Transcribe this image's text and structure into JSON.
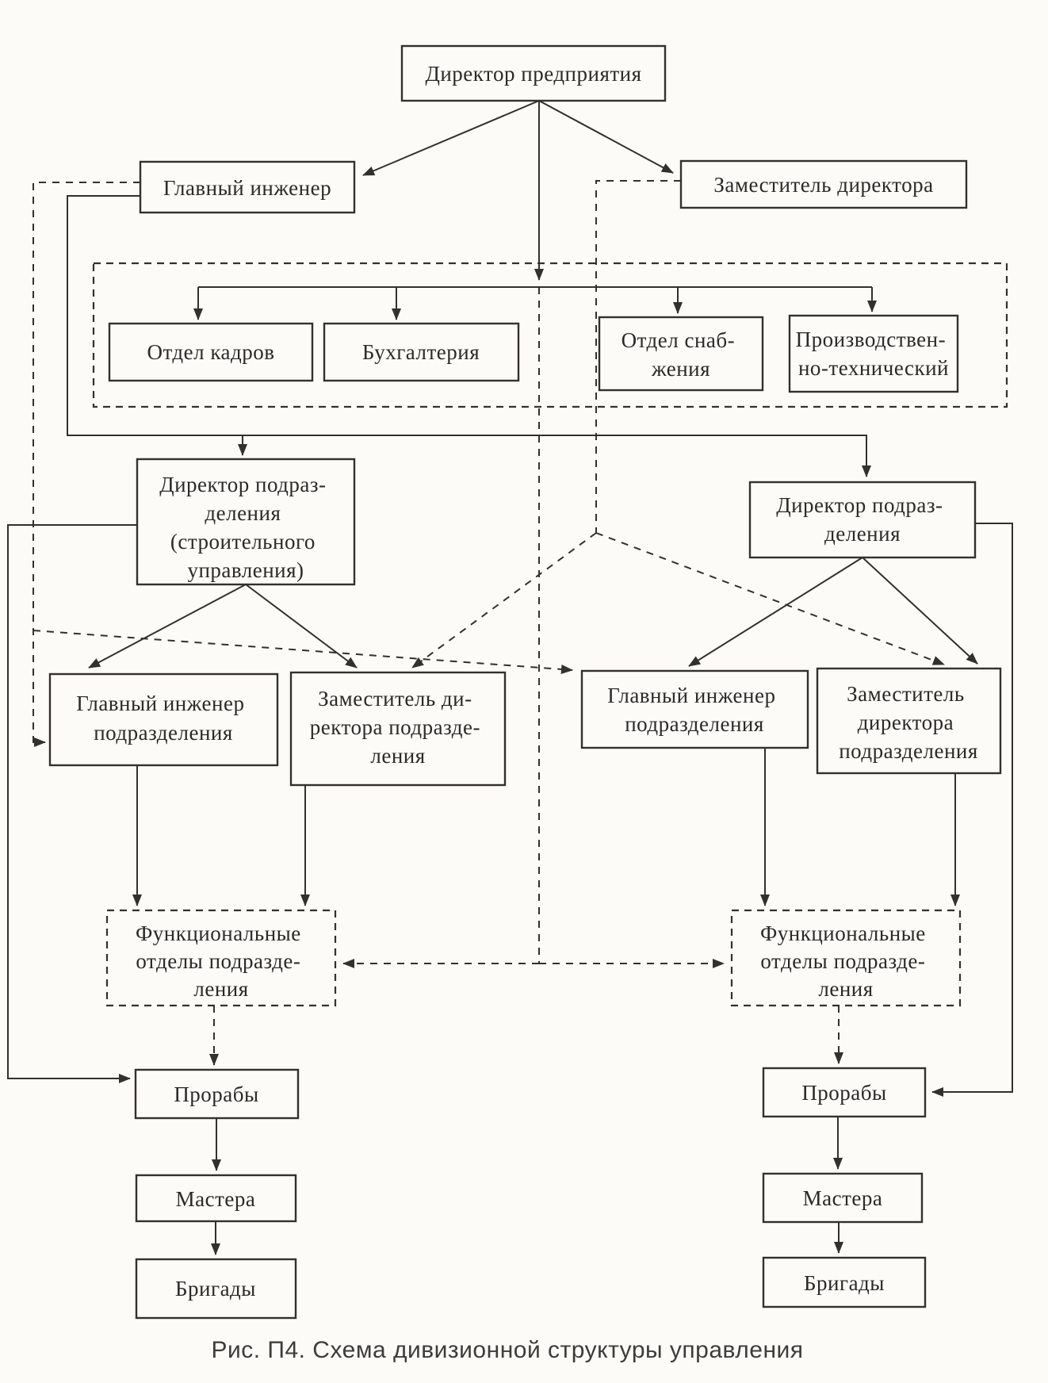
{
  "figure": {
    "type": "org-chart",
    "caption": "Рис. П4. Схема дивизионной структуры управления",
    "language": "ru"
  },
  "colors": {
    "paper": "#fcfbf8",
    "ink": "#33312c",
    "text": "#2b2a26"
  },
  "nodes": {
    "director_enterprise": {
      "label": "Директор предприятия",
      "lines": [
        "Директор предприятия"
      ],
      "border": "solid"
    },
    "chief_engineer": {
      "label": "Главный инженер",
      "lines": [
        "Главный инженер"
      ],
      "border": "solid"
    },
    "deputy_director": {
      "label": "Заместитель директора",
      "lines": [
        "Заместитель директора"
      ],
      "border": "solid"
    },
    "hr_department": {
      "label": "Отдел кадров",
      "lines": [
        "Отдел кадров"
      ],
      "border": "solid"
    },
    "accounting": {
      "label": "Бухгалтерия",
      "lines": [
        "Бухгалтерия"
      ],
      "border": "solid"
    },
    "supply_department": {
      "label": "Отдел снабжения",
      "lines": [
        "Отдел снаб-",
        "жения"
      ],
      "border": "solid"
    },
    "production_technical": {
      "label": "Производственно-технический",
      "lines": [
        "Производствен-",
        "но-технический"
      ],
      "border": "solid"
    },
    "staff_departments_group": {
      "label": "",
      "lines": [],
      "border": "dashed"
    },
    "left_division_director": {
      "label": "Директор подразделения (строительного управления)",
      "lines": [
        "Директор подраз-",
        "деления",
        "(строительного",
        "управления)"
      ],
      "border": "solid"
    },
    "right_division_director": {
      "label": "Директор подразделения",
      "lines": [
        "Директор подраз-",
        "деления"
      ],
      "border": "solid"
    },
    "left_chief_engineer": {
      "label": "Главный инженер подразделения",
      "lines": [
        "Главный инженер",
        "подразделения"
      ],
      "border": "solid"
    },
    "left_deputy_director": {
      "label": "Заместитель директора подразделения",
      "lines": [
        "Заместитель ди-",
        "ректора подразде-",
        "ления"
      ],
      "border": "solid"
    },
    "right_chief_engineer": {
      "label": "Главный инженер подразделения",
      "lines": [
        "Главный инженер",
        "подразделения"
      ],
      "border": "solid"
    },
    "right_deputy_director": {
      "label": "Заместитель директора подразделения",
      "lines": [
        "Заместитель",
        "директора",
        "подразделения"
      ],
      "border": "solid"
    },
    "left_functional_departments": {
      "label": "Функциональные отделы подразделения",
      "lines": [
        "Функциональные",
        "отделы подразде-",
        "ления"
      ],
      "border": "dashed"
    },
    "right_functional_departments": {
      "label": "Функциональные отделы подразделения",
      "lines": [
        "Функциональные",
        "отделы подразде-",
        "ления"
      ],
      "border": "dashed"
    },
    "left_foremen": {
      "label": "Прорабы",
      "lines": [
        "Прорабы"
      ],
      "border": "solid"
    },
    "left_masters": {
      "label": "Мастера",
      "lines": [
        "Мастера"
      ],
      "border": "solid"
    },
    "left_brigades": {
      "label": "Бригады",
      "lines": [
        "Бригады"
      ],
      "border": "solid"
    },
    "right_foremen": {
      "label": "Прорабы",
      "lines": [
        "Прорабы"
      ],
      "border": "solid"
    },
    "right_masters": {
      "label": "Мастера",
      "lines": [
        "Мастера"
      ],
      "border": "solid"
    },
    "right_brigades": {
      "label": "Бригады",
      "lines": [
        "Бригады"
      ],
      "border": "solid"
    }
  },
  "edges": [
    {
      "from": "director_enterprise",
      "to": "chief_engineer",
      "style": "solid"
    },
    {
      "from": "director_enterprise",
      "to": "staff_departments_group",
      "style": "solid"
    },
    {
      "from": "director_enterprise",
      "to": "deputy_director",
      "style": "solid"
    },
    {
      "from": "staff_departments_group",
      "to": "hr_department",
      "style": "solid"
    },
    {
      "from": "staff_departments_group",
      "to": "accounting",
      "style": "solid"
    },
    {
      "from": "staff_departments_group",
      "to": "supply_department",
      "style": "solid"
    },
    {
      "from": "staff_departments_group",
      "to": "production_technical",
      "style": "solid"
    },
    {
      "from": "chief_engineer",
      "to": "left_division_director",
      "style": "solid"
    },
    {
      "from": "chief_engineer",
      "to": "right_division_director",
      "style": "solid"
    },
    {
      "from": "chief_engineer",
      "to": "left_chief_engineer",
      "style": "dashed"
    },
    {
      "from": "chief_engineer",
      "to": "right_chief_engineer",
      "style": "dashed"
    },
    {
      "from": "deputy_director",
      "to": "left_deputy_director",
      "style": "dashed"
    },
    {
      "from": "deputy_director",
      "to": "right_deputy_director",
      "style": "dashed"
    },
    {
      "from": "left_division_director",
      "to": "left_chief_engineer",
      "style": "solid"
    },
    {
      "from": "left_division_director",
      "to": "left_deputy_director",
      "style": "solid"
    },
    {
      "from": "left_division_director",
      "to": "left_foremen",
      "style": "solid"
    },
    {
      "from": "right_division_director",
      "to": "right_chief_engineer",
      "style": "solid"
    },
    {
      "from": "right_division_director",
      "to": "right_deputy_director",
      "style": "solid"
    },
    {
      "from": "right_division_director",
      "to": "right_foremen",
      "style": "solid"
    },
    {
      "from": "left_chief_engineer",
      "to": "left_functional_departments",
      "style": "solid"
    },
    {
      "from": "left_deputy_director",
      "to": "left_functional_departments",
      "style": "solid"
    },
    {
      "from": "right_chief_engineer",
      "to": "right_functional_departments",
      "style": "solid"
    },
    {
      "from": "right_deputy_director",
      "to": "right_functional_departments",
      "style": "solid"
    },
    {
      "from": "staff_departments_group",
      "to": "left_functional_departments",
      "style": "dashed"
    },
    {
      "from": "staff_departments_group",
      "to": "right_functional_departments",
      "style": "dashed"
    },
    {
      "from": "left_functional_departments",
      "to": "left_foremen",
      "style": "dashed"
    },
    {
      "from": "right_functional_departments",
      "to": "right_foremen",
      "style": "dashed"
    },
    {
      "from": "left_foremen",
      "to": "left_masters",
      "style": "solid"
    },
    {
      "from": "left_masters",
      "to": "left_brigades",
      "style": "solid"
    },
    {
      "from": "right_foremen",
      "to": "right_masters",
      "style": "solid"
    },
    {
      "from": "right_masters",
      "to": "right_brigades",
      "style": "solid"
    }
  ]
}
